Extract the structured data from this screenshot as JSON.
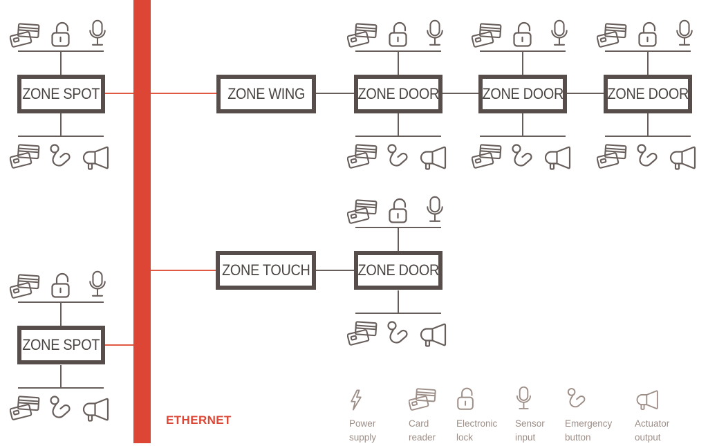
{
  "diagram": {
    "ethernet_label": "ETHERNET",
    "colors": {
      "ethernet_red": "#dd4634",
      "connector_red": "#e05a43",
      "box_border": "#574e4b",
      "box_text": "#4a4542",
      "device_line": "#675e5b",
      "legend_taupe": "#9c8d86"
    },
    "nodes": [
      {
        "id": "zone-spot-1",
        "label": "ZONE SPOT",
        "has_devices": true
      },
      {
        "id": "zone-wing",
        "label": "ZONE WING",
        "has_devices": false
      },
      {
        "id": "zone-door-1",
        "label": "ZONE DOOR",
        "has_devices": true
      },
      {
        "id": "zone-door-2",
        "label": "ZONE DOOR",
        "has_devices": true
      },
      {
        "id": "zone-door-3",
        "label": "ZONE DOOR",
        "has_devices": true
      },
      {
        "id": "zone-touch",
        "label": "ZONE TOUCH",
        "has_devices": false
      },
      {
        "id": "zone-door-4",
        "label": "ZONE DOOR",
        "has_devices": true
      },
      {
        "id": "zone-spot-2",
        "label": "ZONE SPOT",
        "has_devices": true
      }
    ],
    "device_rows": {
      "above_box": [
        "card-reader",
        "electronic-lock",
        "sensor-input"
      ],
      "below_box": [
        "card-reader",
        "emergency-button",
        "actuator-output"
      ]
    },
    "edges": [
      {
        "from": "zone-spot-1",
        "to": "ethernet",
        "color": "red"
      },
      {
        "from": "ethernet",
        "to": "zone-wing",
        "color": "red"
      },
      {
        "from": "zone-wing",
        "to": "zone-door-1",
        "color": "dark"
      },
      {
        "from": "zone-door-1",
        "to": "zone-door-2",
        "color": "dark"
      },
      {
        "from": "zone-door-2",
        "to": "zone-door-3",
        "color": "dark"
      },
      {
        "from": "ethernet",
        "to": "zone-touch",
        "color": "red"
      },
      {
        "from": "zone-touch",
        "to": "zone-door-4",
        "color": "dark"
      },
      {
        "from": "zone-spot-2",
        "to": "ethernet",
        "color": "red"
      }
    ],
    "legend": {
      "items": [
        {
          "icon": "power-supply-icon",
          "label": "Power supply"
        },
        {
          "icon": "card-reader-icon",
          "label": "Card reader"
        },
        {
          "icon": "electronic-lock-icon",
          "label": "Electronic lock"
        },
        {
          "icon": "sensor-input-icon",
          "label": "Sensor input"
        },
        {
          "icon": "emergency-button-icon",
          "label": "Emergency button"
        },
        {
          "icon": "actuator-output-icon",
          "label": "Actuator output"
        }
      ]
    }
  }
}
